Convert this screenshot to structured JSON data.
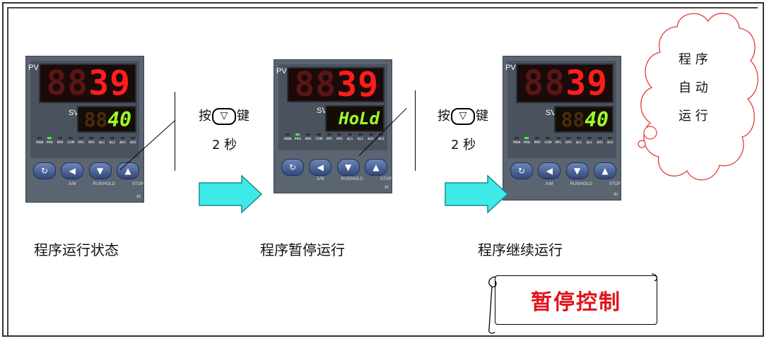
{
  "controllers": [
    {
      "pv_label": "PV",
      "pv_ghost": "88",
      "pv_value": "39",
      "sv_label": "SV",
      "sv_ghost": "88",
      "sv_value": "40"
    },
    {
      "pv_label": "PV",
      "pv_ghost": "88",
      "pv_value": "39",
      "sv_label": "SV",
      "sv_ghost": "",
      "sv_value": "HoLd"
    },
    {
      "pv_label": "PV",
      "pv_ghost": "88",
      "pv_value": "39",
      "sv_label": "SV",
      "sv_ghost": "88",
      "sv_value": "40"
    }
  ],
  "leds": [
    "MAN",
    "PRG",
    "MIO",
    "COM",
    "OP1",
    "OP2",
    "AL1",
    "AL2",
    "AU1",
    "AU2"
  ],
  "buttons": [
    {
      "icon": "cycle-icon",
      "glyph": "↻"
    },
    {
      "icon": "left-arrow-icon",
      "glyph": "◀"
    },
    {
      "icon": "down-arrow-icon",
      "glyph": "▼"
    },
    {
      "icon": "up-arrow-icon",
      "glyph": "▲"
    }
  ],
  "button_labels": [
    "A/M",
    "RUN/HOLD",
    "STOP"
  ],
  "model_mark": "AI",
  "steps": [
    {
      "caption": "程序运行状态"
    },
    {
      "caption": "程序暂停运行"
    },
    {
      "caption": "程序继续运行"
    }
  ],
  "hints": [
    {
      "pre": "按",
      "key_glyph": "▽",
      "post": "键",
      "line2": "2 秒"
    },
    {
      "pre": "按",
      "key_glyph": "▽",
      "post": "键",
      "line2": "2 秒"
    }
  ],
  "cloud": {
    "line1": "程 序",
    "line2": "自 动",
    "line3": "运 行"
  },
  "title": "暂停控制",
  "colors": {
    "pv_red": "#ff1d1d",
    "sv_green": "#9cff2a",
    "arrow_cyan": "#3ee9e9",
    "title_red": "#e1131b",
    "cloud_red": "#e23a3a"
  }
}
